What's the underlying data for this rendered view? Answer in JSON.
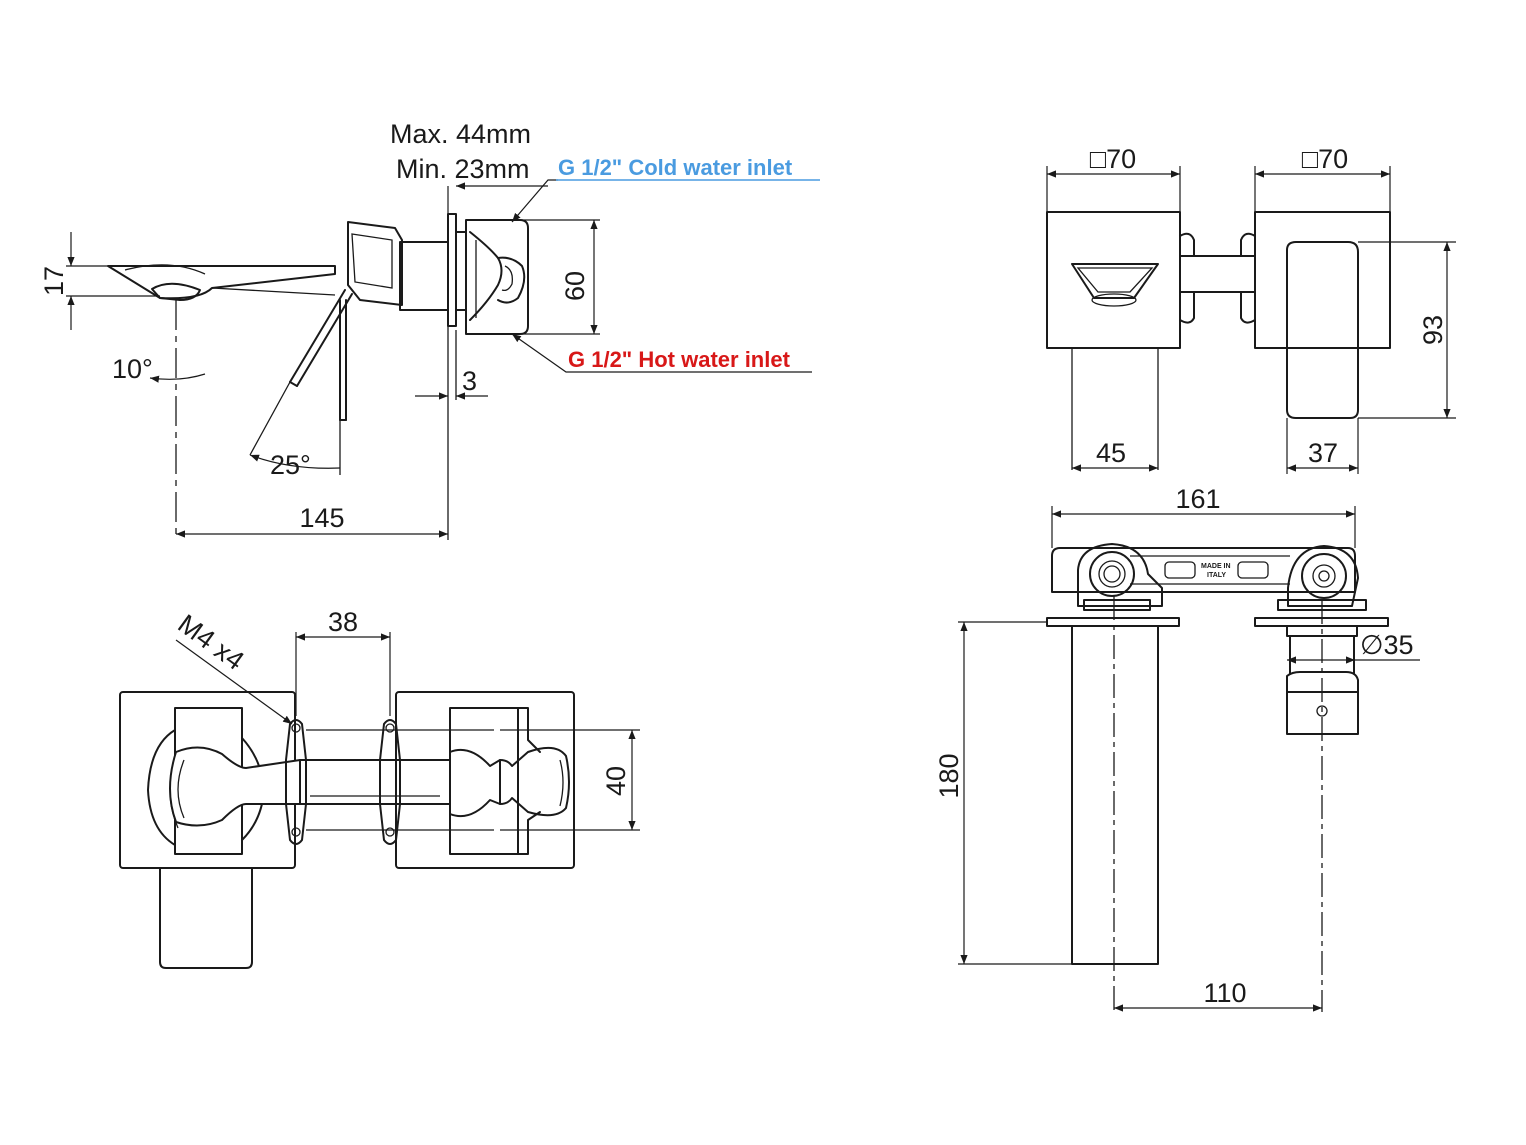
{
  "labels": {
    "max_depth": "Max. 44mm",
    "min_depth": "Min. 23mm",
    "cold_inlet": "G 1/2\" Cold water inlet",
    "hot_inlet": "G 1/2\" Hot water inlet",
    "spout_height": "17",
    "spout_angle": "10°",
    "lever_angle": "25°",
    "inlet_height": "60",
    "plate_thickness": "3",
    "spout_projection": "145",
    "screw_spec": "M4 x4",
    "screw_spacing": "38",
    "body_height": "40",
    "plate_left": "□70",
    "plate_right": "□70",
    "spout_width": "45",
    "handle_width": "37",
    "handle_height": "93",
    "body_width": "161",
    "sleeve_diameter": "∅35",
    "sleeve_length": "180",
    "centre_distance": "110",
    "made_in_line1": "MADE IN",
    "made_in_line2": "ITALY"
  },
  "colors": {
    "line": "#1a1a1a",
    "cold": "#4a9be0",
    "hot": "#d81818"
  }
}
